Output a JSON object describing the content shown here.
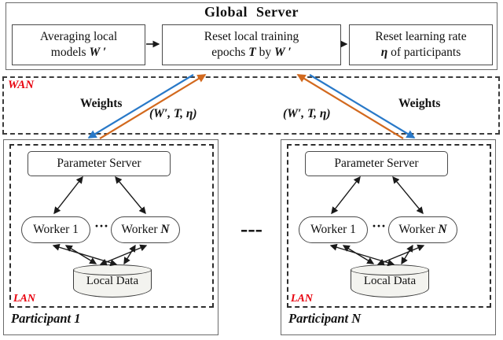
{
  "global_server": {
    "title": "Global Server",
    "step1": {
      "line1": "Averaging local",
      "line2_text": "models ",
      "line2_math": "W ′"
    },
    "step2": {
      "line1": "Reset local training",
      "line2_pre": "epochs ",
      "line2_math1": "T",
      "line2_mid": " by ",
      "line2_math2": "W ′"
    },
    "step3": {
      "line1": "Reset learning rate",
      "line2_math": "η",
      "line2_text": " of participants"
    }
  },
  "wan": {
    "label": "WAN",
    "weights_left": "Weights",
    "tuple_left": "(W′, T, η)",
    "tuple_right": "(W′, T, η)",
    "weights_right": "Weights"
  },
  "participants": [
    {
      "name": "Participant 1",
      "lan": "LAN",
      "server": "Parameter Server",
      "worker1": "Worker 1",
      "dots": "···",
      "workerN_text": "Worker ",
      "workerN_math": "N",
      "local_data": "Local Data"
    },
    {
      "name": "Participant N",
      "lan": "LAN",
      "server": "Parameter Server",
      "worker1": "Worker 1",
      "dots": "···",
      "workerN_text": "Worker ",
      "workerN_math": "N",
      "local_data": "Local Data"
    }
  ],
  "separator": "---",
  "colors": {
    "accent_red": "#e8000d",
    "arrow_orange": "#d2691e",
    "arrow_blue": "#2979c8",
    "arrow_black": "#1a1a1a"
  }
}
